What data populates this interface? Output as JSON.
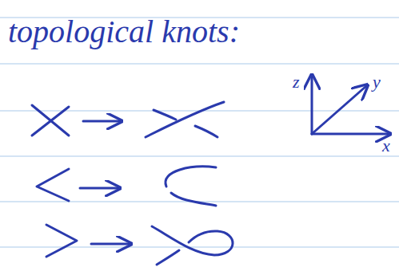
{
  "diagram": {
    "title": "topological knots:",
    "labels": [
      "z",
      "y",
      "x"
    ]
  }
}
